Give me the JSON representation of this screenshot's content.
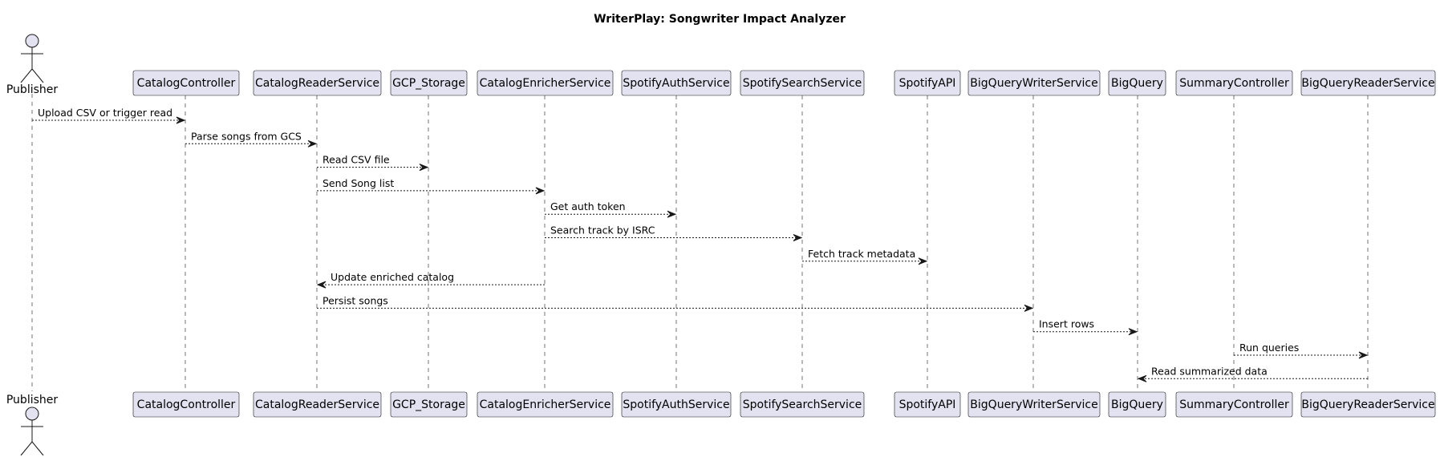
{
  "title": "WriterPlay: Songwriter Impact Analyzer",
  "colors": {
    "box_fill": "#E2E2F0",
    "box_stroke": "#181818",
    "line": "#181818",
    "text": "#000000"
  },
  "participants": [
    {
      "id": "publisher",
      "label": "Publisher",
      "kind": "actor"
    },
    {
      "id": "catalog_controller",
      "label": "CatalogController",
      "kind": "participant"
    },
    {
      "id": "catalog_reader_service",
      "label": "CatalogReaderService",
      "kind": "participant"
    },
    {
      "id": "gcp_storage",
      "label": "GCP_Storage",
      "kind": "participant"
    },
    {
      "id": "catalog_enricher_service",
      "label": "CatalogEnricherService",
      "kind": "participant"
    },
    {
      "id": "spotify_auth_service",
      "label": "SpotifyAuthService",
      "kind": "participant"
    },
    {
      "id": "spotify_search_service",
      "label": "SpotifySearchService",
      "kind": "participant"
    },
    {
      "id": "spotify_api",
      "label": "SpotifyAPI",
      "kind": "participant"
    },
    {
      "id": "bigquery_writer_service",
      "label": "BigQueryWriterService",
      "kind": "participant"
    },
    {
      "id": "bigquery",
      "label": "BigQuery",
      "kind": "participant"
    },
    {
      "id": "summary_controller",
      "label": "SummaryController",
      "kind": "participant"
    },
    {
      "id": "bigquery_reader_service",
      "label": "BigQueryReaderService",
      "kind": "participant"
    }
  ],
  "messages": [
    {
      "from": "publisher",
      "to": "catalog_controller",
      "label": "Upload CSV or trigger read"
    },
    {
      "from": "catalog_controller",
      "to": "catalog_reader_service",
      "label": "Parse songs from GCS"
    },
    {
      "from": "catalog_reader_service",
      "to": "gcp_storage",
      "label": "Read CSV file"
    },
    {
      "from": "catalog_reader_service",
      "to": "catalog_enricher_service",
      "label": "Send Song list"
    },
    {
      "from": "catalog_enricher_service",
      "to": "spotify_auth_service",
      "label": "Get auth token"
    },
    {
      "from": "catalog_enricher_service",
      "to": "spotify_search_service",
      "label": "Search track by ISRC"
    },
    {
      "from": "spotify_search_service",
      "to": "spotify_api",
      "label": "Fetch track metadata"
    },
    {
      "from": "catalog_enricher_service",
      "to": "catalog_reader_service",
      "label": "Update enriched catalog"
    },
    {
      "from": "catalog_reader_service",
      "to": "bigquery_writer_service",
      "label": "Persist songs"
    },
    {
      "from": "bigquery_writer_service",
      "to": "bigquery",
      "label": "Insert rows"
    },
    {
      "from": "summary_controller",
      "to": "bigquery_reader_service",
      "label": "Run queries"
    },
    {
      "from": "bigquery_reader_service",
      "to": "bigquery",
      "label": "Read summarized data"
    }
  ]
}
